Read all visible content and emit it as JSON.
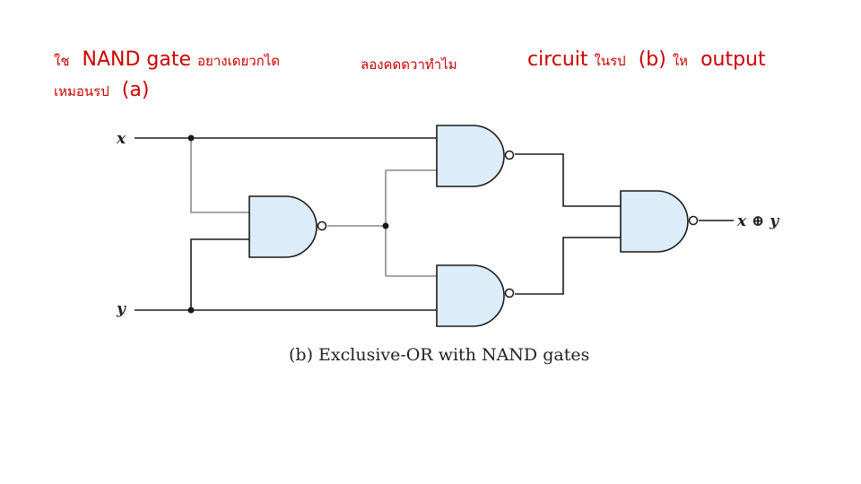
{
  "slide": {
    "line1_part1_thai": "ใช",
    "line1_part1_en": "NAND gate",
    "line1_part1_thai2": "อยางเดยวกได",
    "line1_part2_thai": "ลองคดดวาทำไม",
    "line1_part3_en": "circuit",
    "line1_part3_thai": "ในรป",
    "line1_part3_paren": "(b)",
    "line1_part3_thai2": "ให",
    "line1_part3_en2": "output",
    "line2_thai": "เหมอนรป",
    "line2_paren": "(a)"
  },
  "diagram": {
    "input_x": "x",
    "input_y": "y",
    "output_label": "x ⊕ y",
    "caption": "(b) Exclusive-OR with NAND gates",
    "gates": [
      "nand-1",
      "nand-2",
      "nand-3",
      "nand-4"
    ],
    "gate_fill": "#dcecf8",
    "text_color": "#cc0000"
  }
}
